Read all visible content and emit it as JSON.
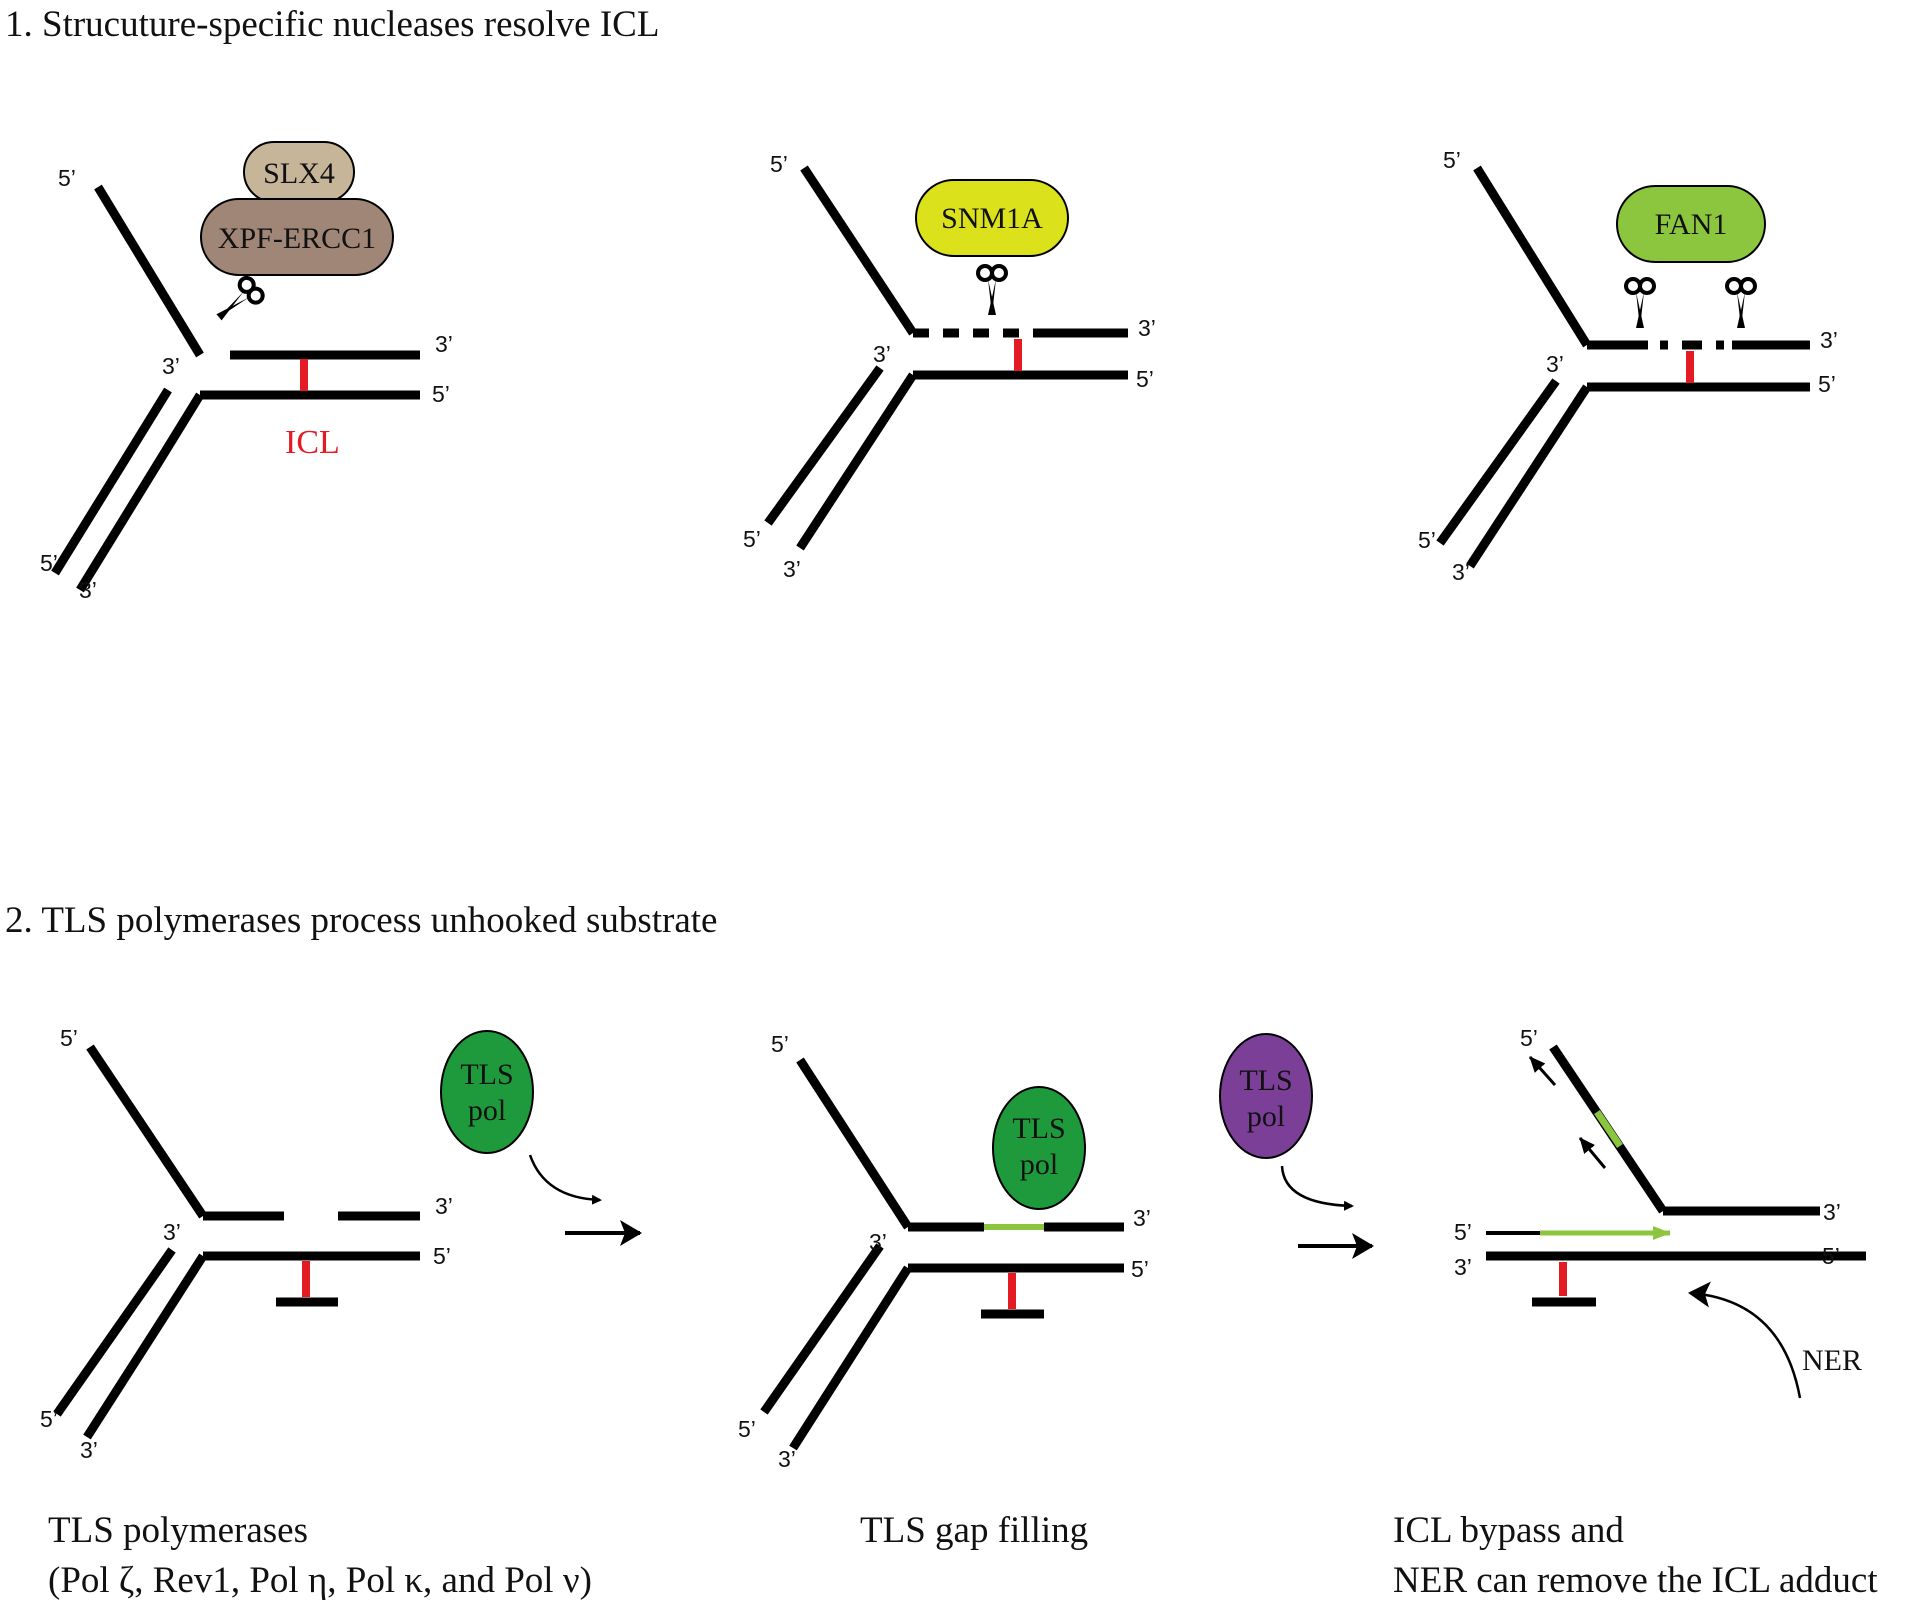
{
  "section1": {
    "heading": "1. Strucuture-specific nucleases resolve ICL",
    "panel1": {
      "protein_top": "SLX4",
      "protein_bottom": "XPF-ERCC1",
      "icl_label": "ICL",
      "ends": {
        "top_arm": "5’",
        "top_right": "3’",
        "bottom_right": "5’",
        "junction": "3’",
        "lower_a": "5’",
        "lower_b": "3’"
      }
    },
    "panel2": {
      "protein": "SNM1A",
      "ends": {
        "top_arm": "5’",
        "top_right": "3’",
        "bottom_right": "5’",
        "junction": "3’",
        "lower_a": "5’",
        "lower_b": "3’"
      }
    },
    "panel3": {
      "protein": "FAN1",
      "ends": {
        "top_arm": "5’",
        "top_right": "3’",
        "bottom_right": "5’",
        "junction": "3’",
        "lower_a": "5’",
        "lower_b": "3’"
      }
    }
  },
  "section2": {
    "heading": "2. TLS polymerases process unhooked substrate",
    "panel1": {
      "pol_line1": "TLS",
      "pol_line2": "pol",
      "ends": {
        "top_arm": "5’",
        "top_right": "3’",
        "bottom_right": "5’",
        "junction": "3’",
        "lower_a": "5’",
        "lower_b": "3’"
      },
      "caption_line1": "TLS polymerases",
      "caption_line2": "(Pol ζ, Rev1, Pol η, Pol κ, and Pol ν)"
    },
    "panel2": {
      "pol_bound_line1": "TLS",
      "pol_bound_line2": "pol",
      "pol_free_line1": "TLS",
      "pol_free_line2": "pol",
      "ends": {
        "top_arm": "5’",
        "top_right": "3’",
        "bottom_right": "5’",
        "junction": "3’",
        "lower_a": "5’",
        "lower_b": "3’"
      },
      "caption": "TLS gap filling"
    },
    "panel3": {
      "ends": {
        "top_arm": "5’",
        "top_right": "3’",
        "left_top": "5’",
        "left_bottom": "3’",
        "bottom_right": "5’"
      },
      "ner_label": "NER",
      "caption_line1": "ICL bypass and",
      "caption_line2": "NER can remove the ICL adduct"
    }
  },
  "colors": {
    "icl_red": "#e41b23",
    "slx4": "#c7b59a",
    "xpf_ercc1": "#9f8677",
    "snm1a": "#dbe21c",
    "fan1": "#8cc63f",
    "tls_pol_green": "#1e9a3c",
    "tls_pol_purple": "#7b3f98",
    "new_dna_green": "#8cc63f"
  }
}
